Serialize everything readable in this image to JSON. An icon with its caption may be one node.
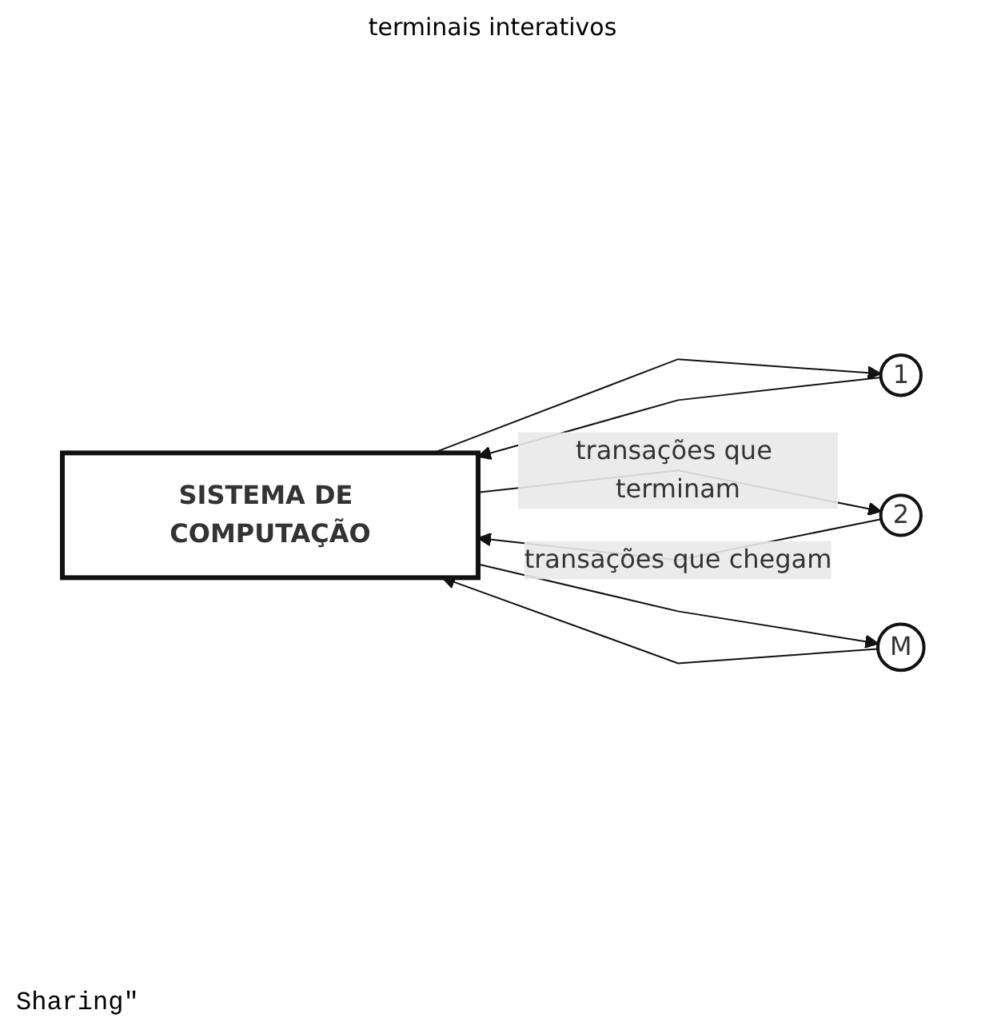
{
  "diagram": {
    "nodes": [
      {
        "text": [
          "SISTEMA DE COMPUTAÇÃO"
        ]
      },
      {
        "text": [
          "1"
        ]
      },
      {
        "text": [
          "2"
        ]
      },
      {
        "text": [
          "M"
        ]
      }
    ],
    "edges": [
      {
        "from": 1,
        "to": 0,
        "arrow": "to"
      },
      {
        "from": 2,
        "to": 0,
        "arrow": "to",
        "label": "transações que chegam"
      },
      {
        "from": 3,
        "to": 0,
        "arrow": "to"
      },
      {
        "from": 0,
        "to": 1,
        "arrow": "to"
      },
      {
        "from": 0,
        "to": 2,
        "arrow": "to",
        "label": "transações que terminam"
      },
      {
        "from": 0,
        "to": 3,
        "arrow": "to"
      }
    ],
    "labels": [
      "terminais interativos",
      "Sharing\""
    ]
  }
}
